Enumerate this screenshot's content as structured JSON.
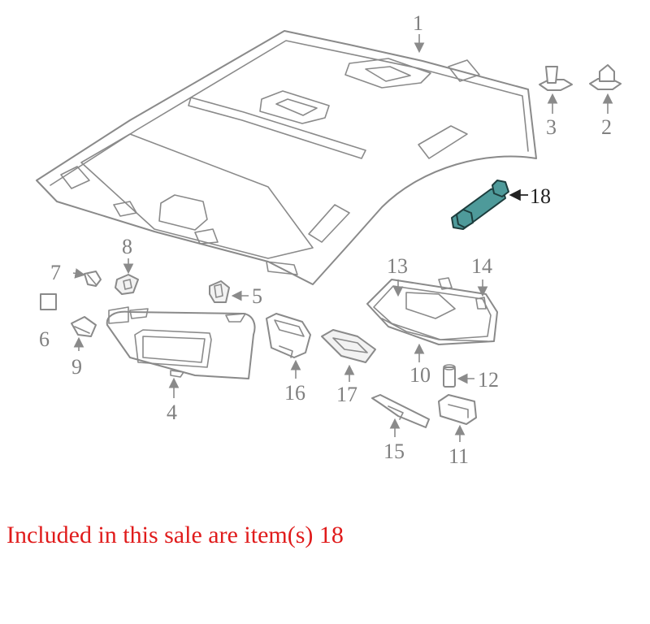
{
  "callouts": {
    "c1": "1",
    "c2": "2",
    "c3": "3",
    "c4": "4",
    "c5": "5",
    "c6": "6",
    "c7": "7",
    "c8": "8",
    "c9": "9",
    "c10": "10",
    "c11": "11",
    "c12": "12",
    "c13": "13",
    "c14": "14",
    "c15": "15",
    "c16": "16",
    "c17": "17",
    "c18": "18"
  },
  "highlighted_item": "18",
  "colors": {
    "line_art": "#8a8a8a",
    "highlight_fill": "#4e9a9a",
    "caption": "#e01b1b"
  },
  "caption": "Included in this sale are item(s) 18"
}
